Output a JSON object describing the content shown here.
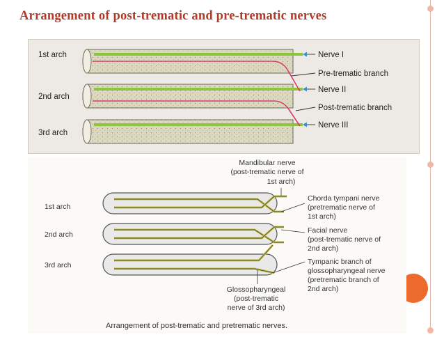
{
  "title": "Arrangement of post-trematic and pre-trematic nerves",
  "top_figure": {
    "arches": [
      "1st arch",
      "2nd arch",
      "3rd arch"
    ],
    "labels": {
      "nerve1": "Nerve I",
      "pre": "Pre-trematic branch",
      "nerve2": "Nerve II",
      "post": "Post-trematic branch",
      "nerve3": "Nerve III"
    },
    "colors": {
      "nerve": "#8cc63f",
      "branch": "#d63b6a",
      "tube_fill": "#d9d6b8",
      "panel": "#ede9e4"
    }
  },
  "bottom_figure": {
    "arches": [
      "1st arch",
      "2nd arch",
      "3rd arch"
    ],
    "mandibular": [
      "Mandibular nerve",
      "(post-trematic nerve of",
      "1st arch)"
    ],
    "chorda": [
      "Chorda tympani nerve",
      "(pretrematic nerve of",
      "1st arch)"
    ],
    "facial": [
      "Facial nerve",
      "(post-trematic nerve of",
      "2nd arch)"
    ],
    "tympanic": [
      "Tympanic branch of",
      "glossopharyngeal nerve",
      "(pretrematic branch of",
      "2nd arch)"
    ],
    "glosso": [
      "Glossopharyngeal",
      "(post-trematic",
      "nerve of 3rd arch)"
    ],
    "caption": "Arrangement of post-trematic and pretrematic nerves.",
    "colors": {
      "nerve": "#c9c24a",
      "tube": "#e6e6e6"
    }
  },
  "theme": {
    "title_color": "#b23a2a",
    "accent": "#ec6a2c",
    "decor": "#f1b8a6"
  }
}
